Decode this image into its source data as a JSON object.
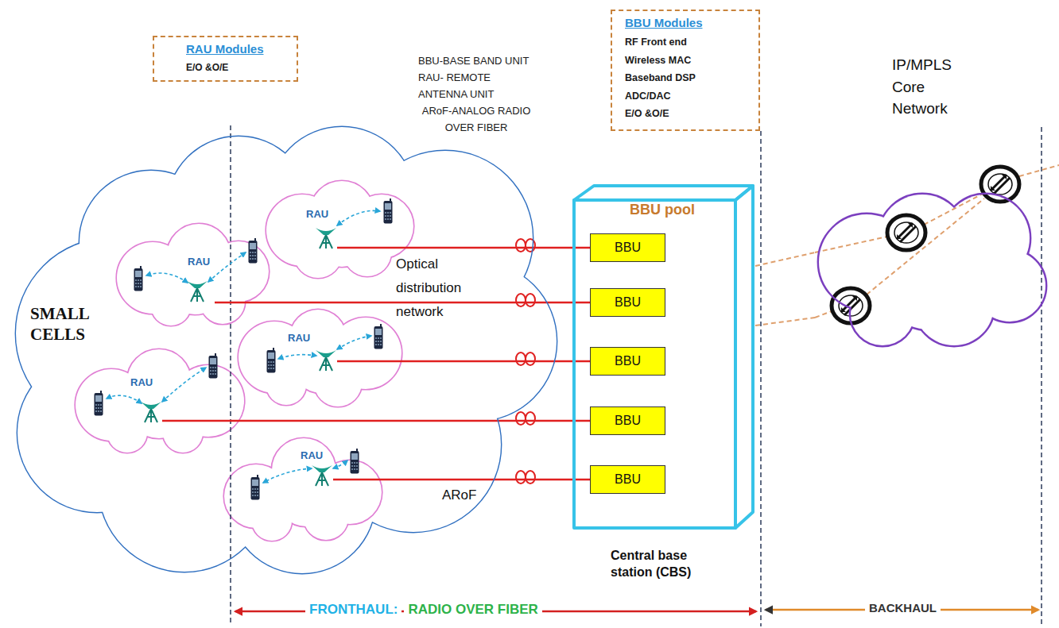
{
  "diagram": {
    "nodes": [
      {
        "text": [
          "RAU Modules",
          "E/O &O/E"
        ]
      },
      {
        "text": [
          "BBU Modules",
          "RF Front end",
          "Wireless MAC",
          "Baseband DSP",
          "ADC/DAC",
          "E/O &O/E"
        ]
      },
      {
        "text": [
          "SMALL CELLS"
        ]
      },
      {
        "text": [
          "RAU"
        ],
        "in": 2
      },
      {
        "text": [
          "RAU"
        ],
        "in": 2
      },
      {
        "text": [
          "RAU"
        ],
        "in": 2
      },
      {
        "text": [
          "RAU"
        ],
        "in": 2
      },
      {
        "text": [
          "RAU"
        ],
        "in": 2
      },
      {
        "text": [
          "BBU pool",
          "Central base station (CBS)"
        ]
      },
      {
        "text": [
          "BBU"
        ],
        "in": 8
      },
      {
        "text": [
          "BBU"
        ],
        "in": 8
      },
      {
        "text": [
          "BBU"
        ],
        "in": 8
      },
      {
        "text": [
          "BBU"
        ],
        "in": 8
      },
      {
        "text": [
          "BBU"
        ],
        "in": 8
      },
      {
        "text": [
          "IP/MPLS Core Network"
        ]
      }
    ],
    "edges": [
      {
        "from": 3,
        "to": 9,
        "arrow": "none"
      },
      {
        "from": 4,
        "to": 10,
        "arrow": "none"
      },
      {
        "from": 5,
        "to": 11,
        "arrow": "none"
      },
      {
        "from": 6,
        "to": 12,
        "arrow": "none"
      },
      {
        "from": 7,
        "to": 13,
        "arrow": "none"
      },
      {
        "from": 8,
        "to": 14,
        "arrow": "none"
      },
      {
        "from": 8,
        "to": 14,
        "arrow": "none"
      }
    ],
    "labels": [
      "BBU-BASE BAND UNIT",
      "RAU- REMOTE ANTENNA UNIT",
      "ARoF-ANALOG RADIO OVER FIBER",
      "Optical distribution network",
      "ARoF",
      "FRONTHAUL:",
      "RADIO OVER FIBER",
      "BACKHAUL"
    ]
  }
}
